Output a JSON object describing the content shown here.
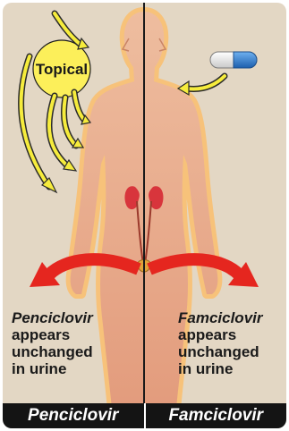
{
  "topical_label": "Topical",
  "left_caption": {
    "drug": "Penciclovir",
    "lines": [
      "appears",
      "unchanged",
      "in urine"
    ]
  },
  "right_caption": {
    "drug": "Famciclovir",
    "lines": [
      "appears",
      "unchanged",
      "in urine"
    ]
  },
  "footer": {
    "left_label": "Penciclovir",
    "right_label": "Famciclovir"
  },
  "colors": {
    "background": "#e3d7c4",
    "body_fill": "#e8a889",
    "body_glow": "#f7c27a",
    "topical_circle": "#fcef5a",
    "topical_arrows": "#f6ec3c",
    "excretion_arrows": "#e5261f",
    "kidney": "#d8353c",
    "capsule_blue": "#2a76c9",
    "footer_bar": "#141414"
  }
}
